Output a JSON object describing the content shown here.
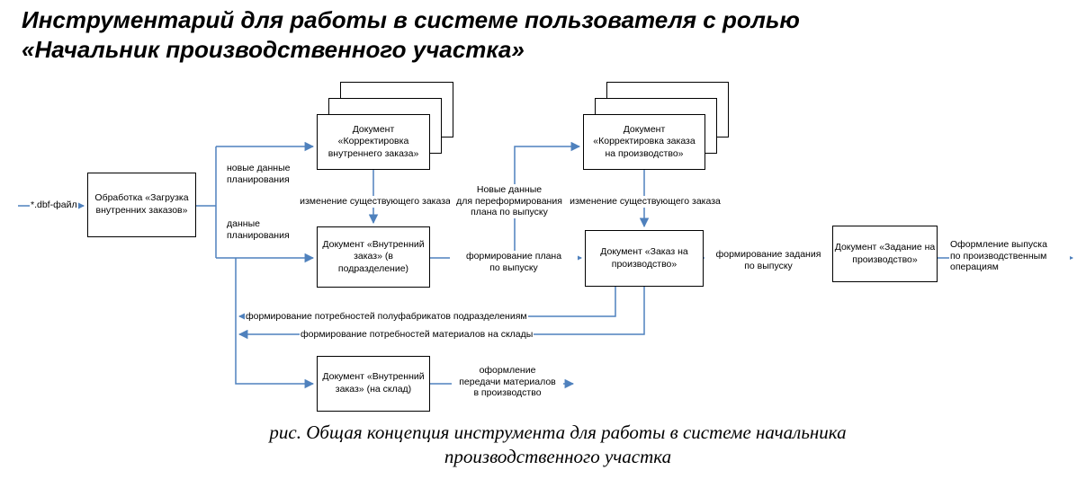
{
  "title": {
    "line1": "Инструментарий для работы в системе пользователя с ролью",
    "line2": "«Начальник производственного участка»"
  },
  "caption": {
    "line1": "рис. Общая концепция инструмента для работы в системе начальника",
    "line2": "производственного участка"
  },
  "colors": {
    "connector": "#4f81bd",
    "box_border": "#000000",
    "box_fill": "#ffffff",
    "text": "#000000"
  },
  "nodes": {
    "load": {
      "label": "Обработка «Загрузка\nвнутренних заказов»"
    },
    "korrekt_vnutr": {
      "label": "Документ\n«Корректировка\nвнутреннего заказа»"
    },
    "korrekt_proizv": {
      "label": "Документ\n«Корректировка заказа\nна производство»"
    },
    "vnutr_podr": {
      "label": "Документ «Внутренний\nзаказ» (в\nподразделение)"
    },
    "zakaz_proizv": {
      "label": "Документ «Заказ на\nпроизводство»"
    },
    "zadanie": {
      "label": "Документ «Задание на\nпроизводство»"
    },
    "vnutr_sklad": {
      "label": "Документ «Внутренний\nзаказ» (на склад)"
    }
  },
  "edges": {
    "dbf": "*.dbf-файл",
    "new_plan_data": "новые данные\nпланирования",
    "plan_data": "данные\nпланирования",
    "change_existing_1": "изменение существующего заказа",
    "new_data_reform": "Новые данные\nдля переформирования\nплана по выпуску",
    "change_existing_2": "изменение существующего заказа",
    "form_plan": "формирование плана\nпо выпуску",
    "form_task": "формирование задания\nпо выпуску",
    "release": "Оформление выпуска\nпо производственным\nоперациям",
    "semi_products": "формирование потребностей полуфабрикатов подразделениям",
    "materials": "формирование потребностей материалов на склады",
    "transfer": "оформление\nпередачи материалов\nв производство"
  }
}
